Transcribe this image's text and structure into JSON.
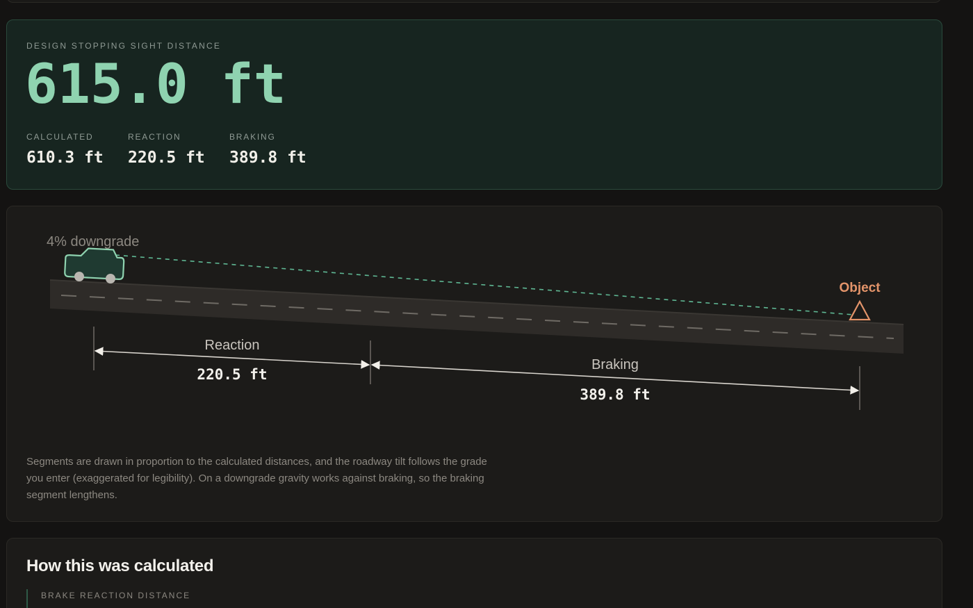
{
  "result": {
    "eyebrow": "DESIGN STOPPING SIGHT DISTANCE",
    "value": "615.0 ft",
    "metrics": [
      {
        "label": "CALCULATED",
        "value": "610.3 ft"
      },
      {
        "label": "REACTION",
        "value": "220.5 ft"
      },
      {
        "label": "BRAKING",
        "value": "389.8 ft"
      }
    ]
  },
  "diagram": {
    "grade_label": "4% downgrade",
    "object_label": "Object",
    "reaction": {
      "label": "Reaction",
      "value": "220.5 ft",
      "distance_ft": 220.5
    },
    "braking": {
      "label": "Braking",
      "value": "389.8 ft",
      "distance_ft": 389.8
    },
    "note": "Segments are drawn in proportion to the calculated distances, and the roadway tilt follows the grade you enter (exaggerated for legibility). On a downgrade gravity works against braking, so the braking segment lengthens."
  },
  "calculation": {
    "title": "How this was calculated",
    "steps": [
      {
        "label": "BRAKE REACTION DISTANCE"
      }
    ]
  },
  "colors": {
    "accent": "#8fd3b0",
    "object": "#e3946a",
    "road": "#2e2b28",
    "dimension": "#d8d4cd"
  },
  "icons": {
    "car": "car-icon",
    "object": "warning-triangle-icon"
  }
}
